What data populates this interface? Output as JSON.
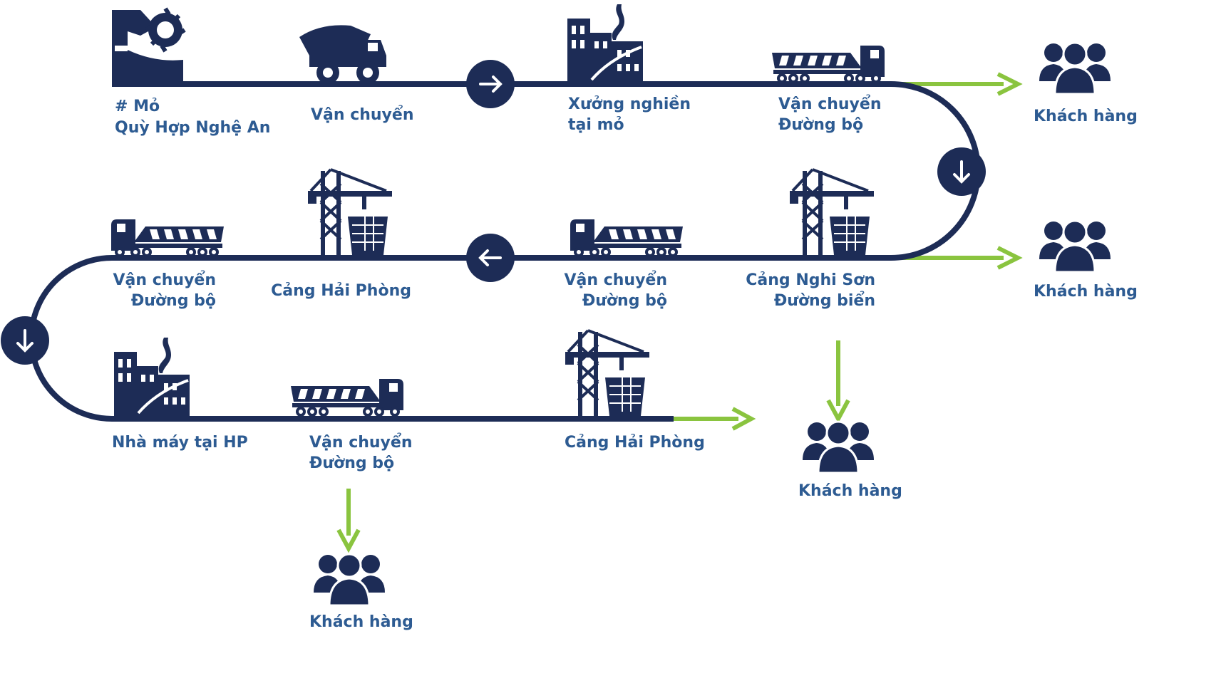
{
  "colors": {
    "path": "#1d2c56",
    "accent": "#8ac43f",
    "label": "#2d5b92",
    "background": "#ffffff"
  },
  "stages": {
    "mine": {
      "line1": "# Mỏ",
      "line2": "Quỳ Hợp Nghệ An",
      "icon": "mine-excavator-icon"
    },
    "transport_1": {
      "label": "Vận chuyển",
      "icon": "dump-truck-icon"
    },
    "crusher": {
      "line1": "Xưởng nghiền",
      "line2": "tại mỏ",
      "icon": "factory-icon"
    },
    "road_1": {
      "line1": "Vận chuyển",
      "line2": "Đường bộ",
      "icon": "trailer-truck-icon"
    },
    "nghi_son_port": {
      "line1": "Cảng Nghi Sơn",
      "line2": "Đường biển",
      "icon": "port-crane-icon"
    },
    "road_2": {
      "line1": "Vận chuyển",
      "line2": "Đường bộ",
      "icon": "trailer-truck-icon"
    },
    "hai_phong_port_1": {
      "label": "Cảng Hải Phòng",
      "icon": "port-crane-icon"
    },
    "road_3": {
      "line1": "Vận chuyển",
      "line2": "Đường bộ",
      "icon": "trailer-truck-icon"
    },
    "hp_factory": {
      "label": "Nhà máy tại HP",
      "icon": "factory-icon"
    },
    "road_4": {
      "line1": "Vận chuyển",
      "line2": "Đường bộ",
      "icon": "trailer-truck-icon"
    },
    "hai_phong_port_2": {
      "label": "Cảng Hải Phòng",
      "icon": "port-crane-icon"
    }
  },
  "customers": {
    "c1": {
      "label": "Khách hàng",
      "icon": "customers-group-icon"
    },
    "c2": {
      "label": "Khách hàng",
      "icon": "customers-group-icon"
    },
    "c3": {
      "label": "Khách hàng",
      "icon": "customers-group-icon"
    },
    "c4": {
      "label": "Khách hàng",
      "icon": "customers-group-icon"
    }
  },
  "direction_markers": [
    "arrow-right-icon",
    "arrow-down-icon",
    "arrow-left-icon",
    "arrow-down-icon"
  ]
}
